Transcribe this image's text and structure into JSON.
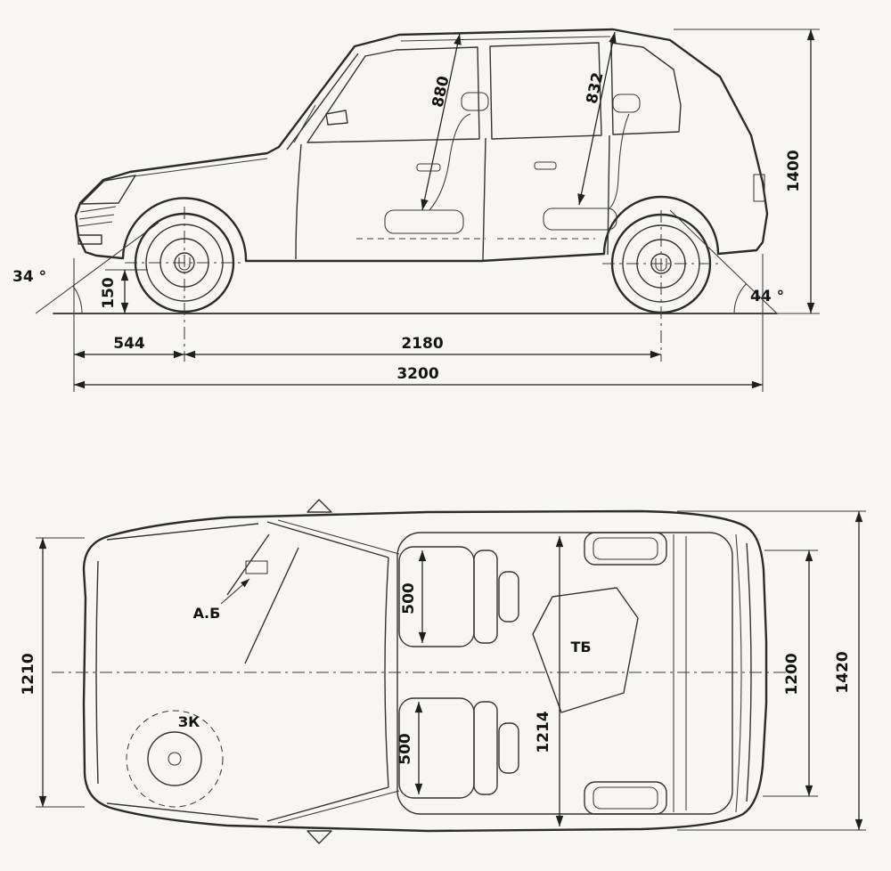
{
  "colors": {
    "ink": "#2b2b2b",
    "paper": "#f7f6f2"
  },
  "side": {
    "dims": {
      "front_seat_diag": "880",
      "rear_seat_diag": "832",
      "overall_height": "1400",
      "approach_angle": "34 °",
      "departure_angle": "44 °",
      "ground_clearance": "150",
      "front_overhang": "544",
      "wheelbase": "2180",
      "overall_length": "3200"
    }
  },
  "top": {
    "dims": {
      "body_width": "1210",
      "front_seat_width": "500",
      "rear_seat_width": "500",
      "interior_width": "1214",
      "rear_body_width": "1200",
      "overall_width": "1420"
    },
    "labels": {
      "battery": "А.Б",
      "fuel_tank": "ТБ",
      "spare_wheel": "ЗК"
    }
  }
}
